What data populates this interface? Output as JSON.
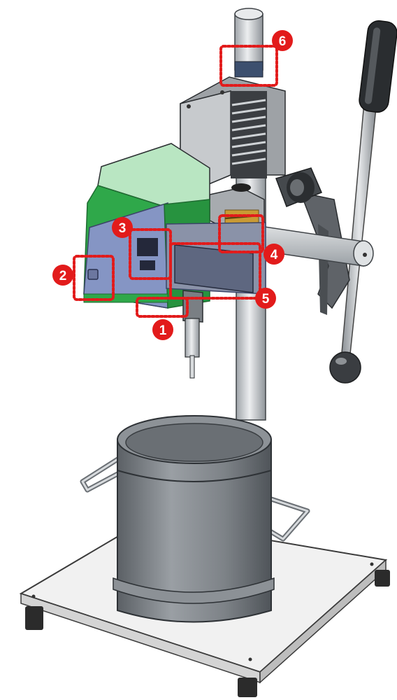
{
  "callouts": [
    {
      "id": 1,
      "label": "1"
    },
    {
      "id": 2,
      "label": "2"
    },
    {
      "id": 3,
      "label": "3"
    },
    {
      "id": 4,
      "label": "4"
    },
    {
      "id": 5,
      "label": "5"
    },
    {
      "id": 6,
      "label": "6"
    }
  ],
  "colors": {
    "callout_red": "#e21b1b",
    "device_green": "#2fa84a",
    "device_light_green": "#c9ecd0",
    "device_blue": "#8595c4",
    "metal_gray": "#b9bec2",
    "dark_metal": "#5d6166",
    "base_plate": "#eeeeee"
  }
}
